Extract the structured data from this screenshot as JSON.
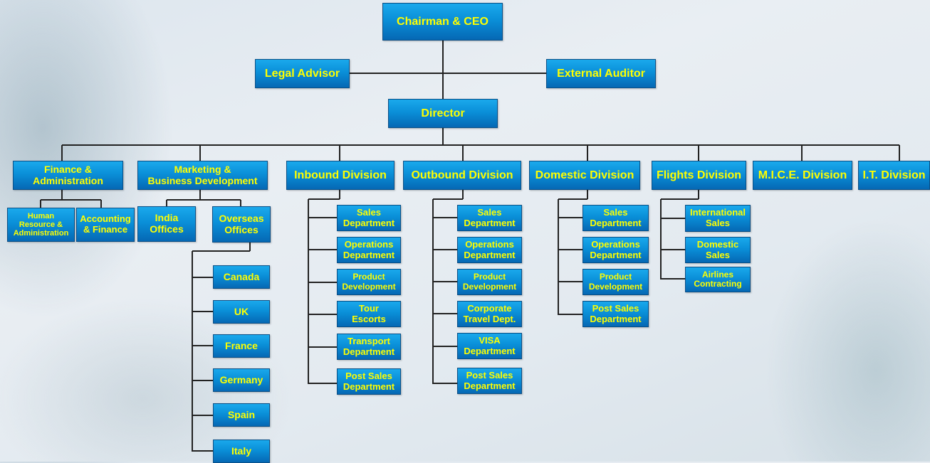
{
  "chart": {
    "top": {
      "chairman": "Chairman & CEO",
      "legal": "Legal Advisor",
      "auditor": "External Auditor",
      "director": "Director"
    },
    "divisions": {
      "finance": "Finance &\nAdministration",
      "marketing": "Marketing &\nBusiness Development",
      "inbound": "Inbound Division",
      "outbound": "Outbound Division",
      "domestic": "Domestic Division",
      "flights": "Flights Division",
      "mice": "M.I.C.E. Division",
      "it": "I.T. Division"
    },
    "finance_subs": [
      "Human\nResource &\nAdministration",
      "Accounting\n& Finance"
    ],
    "marketing_subs": [
      "India\nOffices",
      "Overseas\nOffices"
    ],
    "overseas_offices": [
      "Canada",
      "UK",
      "France",
      "Germany",
      "Spain",
      "Italy"
    ],
    "inbound_depts": [
      "Sales\nDepartment",
      "Operations\nDepartment",
      "Product\nDevelopment",
      "Tour\nEscorts",
      "Transport\nDepartment",
      "Post Sales\nDepartment"
    ],
    "outbound_depts": [
      "Sales\nDepartment",
      "Operations\nDepartment",
      "Product\nDevelopment",
      "Corporate\nTravel Dept.",
      "VISA\nDepartment",
      "Post Sales\nDepartment"
    ],
    "domestic_depts": [
      "Sales\nDepartment",
      "Operations\nDepartment",
      "Product\nDevelopment",
      "Post Sales\nDepartment"
    ],
    "flights_depts": [
      "International\nSales",
      "Domestic\nSales",
      "Airlines\nContracting"
    ]
  },
  "colors": {
    "box_top": "#1aa9ec",
    "box_bottom": "#0568b4",
    "text": "#ffff00",
    "line": "#222222"
  }
}
